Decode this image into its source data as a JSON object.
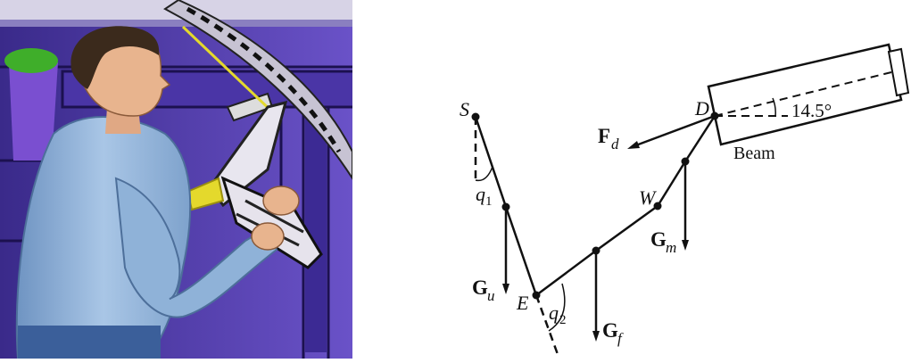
{
  "labels": {
    "S": "S",
    "D": "D",
    "W": "W",
    "E": "E",
    "Fd_main": "F",
    "Fd_sub": "d",
    "Gu_main": "G",
    "Gu_sub": "u",
    "Gf_main": "G",
    "Gf_sub": "f",
    "Gm_main": "G",
    "Gm_sub": "m",
    "q1_main": "q",
    "q1_sub": "1",
    "q2_main": "q",
    "q2_sub": "2",
    "angle": "14.5°",
    "beam": "Beam"
  },
  "colors": {
    "wall_purple": "#5b3fb8",
    "wall_dark": "#2a1a66",
    "shirt_blue": "#8fb2d8",
    "skin": "#e8b48e",
    "hair": "#3b2a1c",
    "plant_green": "#3fae2a",
    "rail_gray": "#d9d6e4",
    "tool_yellow": "#e4d92c",
    "pants": "#3b5f9a"
  }
}
